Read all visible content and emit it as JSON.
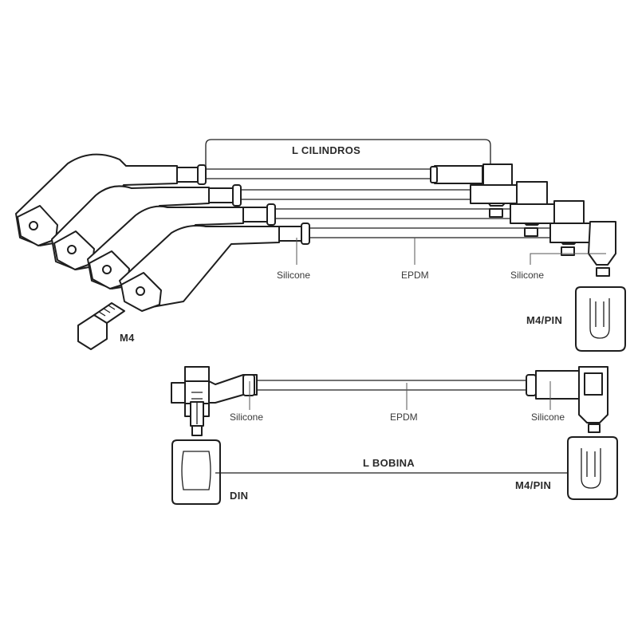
{
  "labels": {
    "cylinders_length": "L  CILINDROS",
    "coil_length": "L  BOBINA",
    "silicone_top_left": "Silicone",
    "epdm_top": "EPDM",
    "silicone_top_right": "Silicone",
    "m4_pin_top": "M4/PIN",
    "m4": "M4",
    "silicone_bottom_left": "Silicone",
    "epdm_bottom": "EPDM",
    "silicone_bottom_right": "Silicone",
    "din": "DIN",
    "m4_pin_bottom": "M4/PIN"
  },
  "colors": {
    "line": "#1e1e1e",
    "text": "#2a2a2a",
    "background": "#ffffff"
  }
}
